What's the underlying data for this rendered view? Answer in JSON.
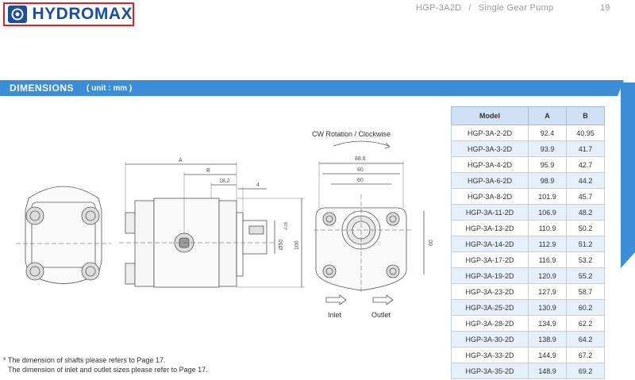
{
  "brand": {
    "logo_text": "HYDROMAX",
    "logo_color": "#1b4fa0",
    "border_color": "#d8232a"
  },
  "header": {
    "model": "HGP-3A2D",
    "separator": "/",
    "subtitle": "Single Gear Pump",
    "page_number": "19"
  },
  "section": {
    "title": "DIMENSIONS",
    "unit": "( unit : mm )",
    "band_color": "#3b8dd6"
  },
  "drawing": {
    "rotation_label": "CW Rotation / Clockwise",
    "inlet_label": "Inlet",
    "outlet_label": "Outlet",
    "dims": {
      "a": "A",
      "b": "B",
      "d18_2": "18.2",
      "d4": "4",
      "d100": "100",
      "shaft": "Ø50",
      "shaft_tol": "-0.05",
      "d88_6": "88.6",
      "d80": "80",
      "d60h": "60",
      "d60v": "60"
    }
  },
  "table": {
    "headers": [
      "Model",
      "A",
      "B"
    ],
    "rows": [
      [
        "HGP-3A-2-2D",
        "92.4",
        "40.95"
      ],
      [
        "HGP-3A-3-2D",
        "93.9",
        "41.7"
      ],
      [
        "HGP-3A-4-2D",
        "95.9",
        "42.7"
      ],
      [
        "HGP-3A-6-2D",
        "98.9",
        "44.2"
      ],
      [
        "HGP-3A-8-2D",
        "101.9",
        "45.7"
      ],
      [
        "HGP-3A-11-2D",
        "106.9",
        "48.2"
      ],
      [
        "HGP-3A-13-2D",
        "110.9",
        "50.2"
      ],
      [
        "HGP-3A-14-2D",
        "112.9",
        "51.2"
      ],
      [
        "HGP-3A-17-2D",
        "116.9",
        "53.2"
      ],
      [
        "HGP-3A-19-2D",
        "120.9",
        "55.2"
      ],
      [
        "HGP-3A-23-2D",
        "127.9",
        "58.7"
      ],
      [
        "HGP-3A-25-2D",
        "130.9",
        "60.2"
      ],
      [
        "HGP-3A-28-2D",
        "134.9",
        "62.2"
      ],
      [
        "HGP-3A-30-2D",
        "138.9",
        "64.2"
      ],
      [
        "HGP-3A-33-2D",
        "144.9",
        "67.2"
      ],
      [
        "HGP-3A-35-2D",
        "148.9",
        "69.2"
      ]
    ]
  },
  "notes": [
    "* The dimension of shafts please refers to Page 17.",
    "The dimension of inlet and outlet sizes please refer to Page 17."
  ]
}
